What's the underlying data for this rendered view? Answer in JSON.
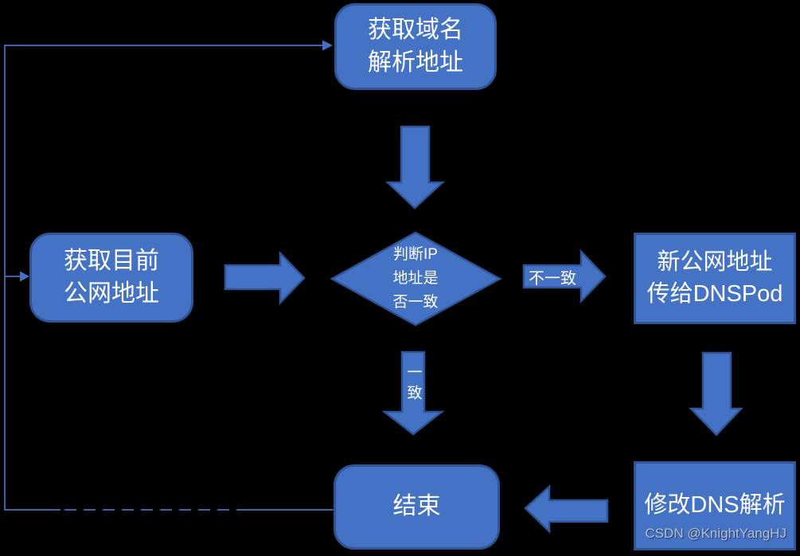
{
  "colors": {
    "bg": "#000000",
    "shape_fill": "#4472C4",
    "shape_border": "#2F5597",
    "connector": "#4472C4",
    "text": "#FFFFFF",
    "watermark": "#B6BDD0"
  },
  "nodes": {
    "get_domain": {
      "line1": "获取域名",
      "line2": "解析地址"
    },
    "get_public_ip": {
      "line1": "获取目前",
      "line2": "公网地址"
    },
    "decision": {
      "line1": "判断IP",
      "line2": "地址是",
      "line3": "否一致"
    },
    "send_dnspod": {
      "line1": "新公网地址",
      "line2": "传给DNSPod"
    },
    "modify_dns": {
      "label": "修改DNS解析"
    },
    "end": {
      "label": "结束"
    }
  },
  "edge_labels": {
    "not_equal": "不一致",
    "equal": "一致"
  },
  "watermark": "CSDN @KnightYangHJ"
}
